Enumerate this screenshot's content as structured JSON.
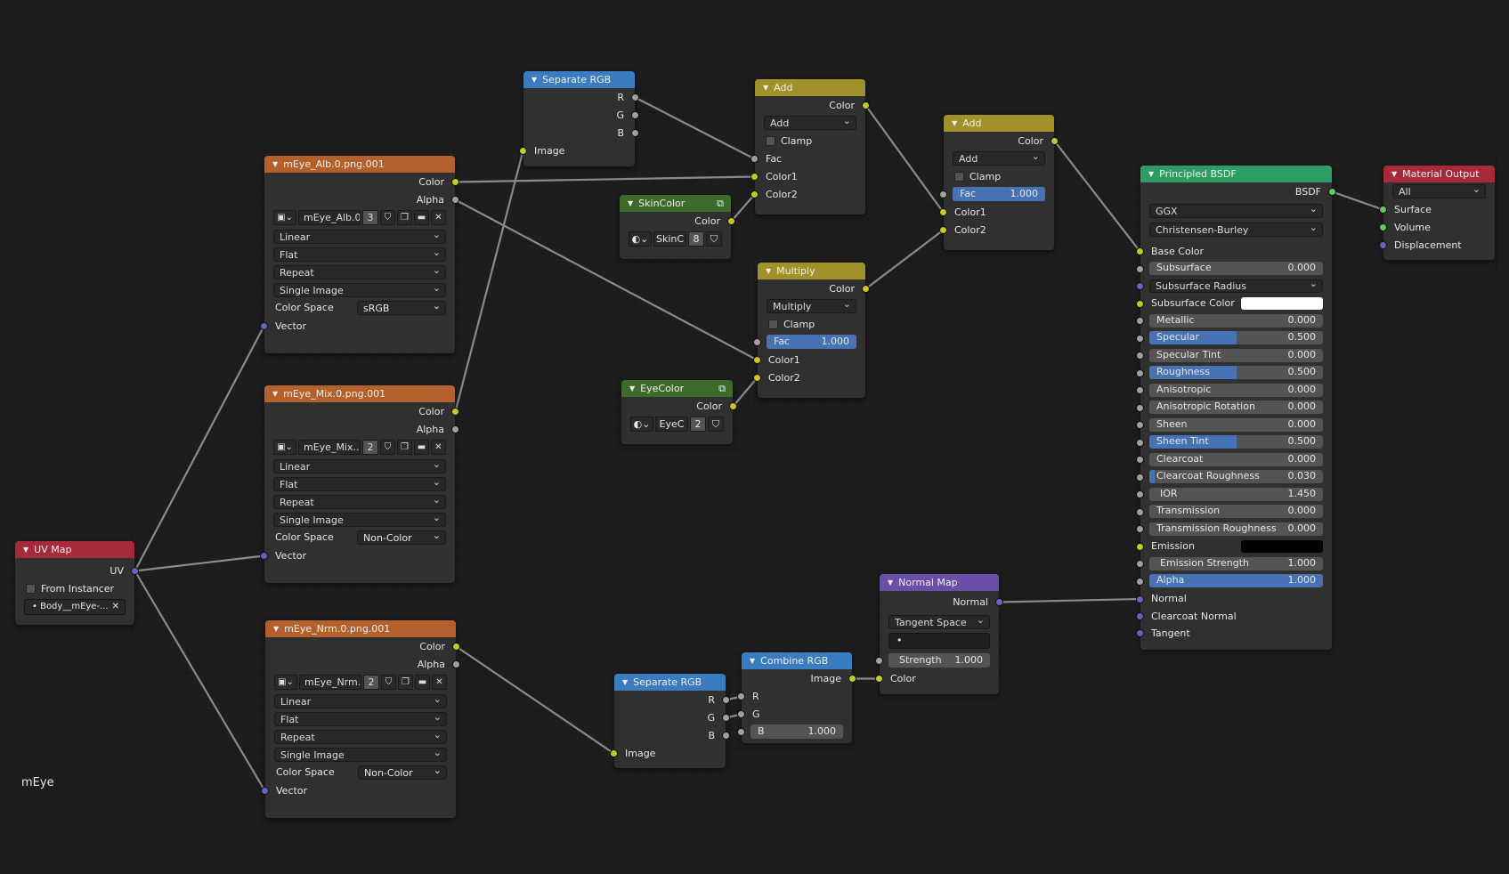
{
  "material_name": "mEye",
  "colors": {
    "color_socket": "#c7c729",
    "value_socket": "#a1a1a1",
    "vector_socket": "#6363c7",
    "shader_socket": "#63c763",
    "slider_fill": "#4772b3",
    "subsurface_color_swatch": "#ffffff",
    "emission_swatch": "#000000",
    "skin_color_header": "#3c6b2a",
    "eye_color_header": "#3c6b2a"
  },
  "icons": {
    "collapse": "triangle-down-icon",
    "image": "image-icon",
    "link": "link-icon",
    "shield": "fake-user-shield-icon",
    "duplicate": "duplicate-icon",
    "folder": "folder-icon",
    "close": "close-icon",
    "group": "node-group-icon"
  },
  "uv_map": {
    "title": "UV Map",
    "out_uv": "UV",
    "from_instancer": "From Instancer",
    "uv_name": "Body__mEye-..."
  },
  "img_alb": {
    "title": "mEye_Alb.0.png.001",
    "out_color": "Color",
    "out_alpha": "Alpha",
    "image_name": "mEye_Alb.0...",
    "users": "3",
    "interp": "Linear",
    "projection": "Flat",
    "extension": "Repeat",
    "source": "Single Image",
    "color_space_label": "Color Space",
    "color_space": "sRGB",
    "in_vector": "Vector"
  },
  "img_mix": {
    "title": "mEye_Mix.0.png.001",
    "out_color": "Color",
    "out_alpha": "Alpha",
    "image_name": "mEye_Mix....",
    "users": "2",
    "interp": "Linear",
    "projection": "Flat",
    "extension": "Repeat",
    "source": "Single Image",
    "color_space_label": "Color Space",
    "color_space": "Non-Color",
    "in_vector": "Vector"
  },
  "img_nrm": {
    "title": "mEye_Nrm.0.png.001",
    "out_color": "Color",
    "out_alpha": "Alpha",
    "image_name": "mEye_Nrm....",
    "users": "2",
    "interp": "Linear",
    "projection": "Flat",
    "extension": "Repeat",
    "source": "Single Image",
    "color_space_label": "Color Space",
    "color_space": "Non-Color",
    "in_vector": "Vector"
  },
  "sep_top": {
    "title": "Separate RGB",
    "out_r": "R",
    "out_g": "G",
    "out_b": "B",
    "in_image": "Image"
  },
  "add1": {
    "title": "Add",
    "out_color": "Color",
    "blend": "Add",
    "clamp": "Clamp",
    "in_fac": "Fac",
    "in_color1": "Color1",
    "in_color2": "Color2"
  },
  "add2": {
    "title": "Add",
    "out_color": "Color",
    "blend": "Add",
    "clamp": "Clamp",
    "fac_label": "Fac",
    "fac_value": "1.000",
    "fac": 1.0,
    "in_color1": "Color1",
    "in_color2": "Color2"
  },
  "skin": {
    "title": "SkinColor",
    "out_color": "Color",
    "group_name": "SkinC",
    "users": "8"
  },
  "multiply": {
    "title": "Multiply",
    "out_color": "Color",
    "blend": "Multiply",
    "clamp": "Clamp",
    "fac_label": "Fac",
    "fac_value": "1.000",
    "fac": 1.0,
    "in_color1": "Color1",
    "in_color2": "Color2"
  },
  "eye": {
    "title": "EyeColor",
    "out_color": "Color",
    "group_name": "EyeC",
    "users": "2"
  },
  "sep_bot": {
    "title": "Separate RGB",
    "out_r": "R",
    "out_g": "G",
    "out_b": "B",
    "in_image": "Image"
  },
  "combine": {
    "title": "Combine RGB",
    "out_image": "Image",
    "in_r": "R",
    "in_g": "G",
    "b_label": "B",
    "b_value": "1.000"
  },
  "normal_map": {
    "title": "Normal Map",
    "out_normal": "Normal",
    "space": "Tangent Space",
    "uv_field": "•",
    "strength_label": "Strength",
    "strength_value": "1.000",
    "in_color": "Color"
  },
  "bsdf": {
    "title": "Principled BSDF",
    "out_bsdf": "BSDF",
    "distribution": "GGX",
    "subsurface_method": "Christensen-Burley",
    "base_color": "Base Color",
    "params": [
      {
        "label": "Subsurface",
        "value": "0.000",
        "fill": 0
      },
      {
        "label": "Subsurface Radius",
        "kind": "dropdown"
      },
      {
        "label": "Subsurface Color",
        "kind": "color"
      },
      {
        "label": "Metallic",
        "value": "0.000",
        "fill": 0
      },
      {
        "label": "Specular",
        "value": "0.500",
        "fill": 0.5
      },
      {
        "label": "Specular Tint",
        "value": "0.000",
        "fill": 0
      },
      {
        "label": "Roughness",
        "value": "0.500",
        "fill": 0.5
      },
      {
        "label": "Anisotropic",
        "value": "0.000",
        "fill": 0
      },
      {
        "label": "Anisotropic Rotation",
        "value": "0.000",
        "fill": 0
      },
      {
        "label": "Sheen",
        "value": "0.000",
        "fill": 0
      },
      {
        "label": "Sheen Tint",
        "value": "0.500",
        "fill": 0.5
      },
      {
        "label": "Clearcoat",
        "value": "0.000",
        "fill": 0
      },
      {
        "label": "Clearcoat Roughness",
        "value": "0.030",
        "fill": 0.03
      },
      {
        "label": "IOR",
        "value": "1.450",
        "fill": 0
      },
      {
        "label": "Transmission",
        "value": "0.000",
        "fill": 0
      },
      {
        "label": "Transmission Roughness",
        "value": "0.000",
        "fill": 0
      },
      {
        "label": "Emission",
        "kind": "color"
      },
      {
        "label": "Emission Strength",
        "value": "1.000",
        "fill": 0
      },
      {
        "label": "Alpha",
        "value": "1.000",
        "fill": 1
      }
    ],
    "in_normal": "Normal",
    "in_clearcoat_normal": "Clearcoat Normal",
    "in_tangent": "Tangent"
  },
  "output": {
    "title": "Material Output",
    "target": "All",
    "in_surface": "Surface",
    "in_volume": "Volume",
    "in_displacement": "Displacement"
  }
}
